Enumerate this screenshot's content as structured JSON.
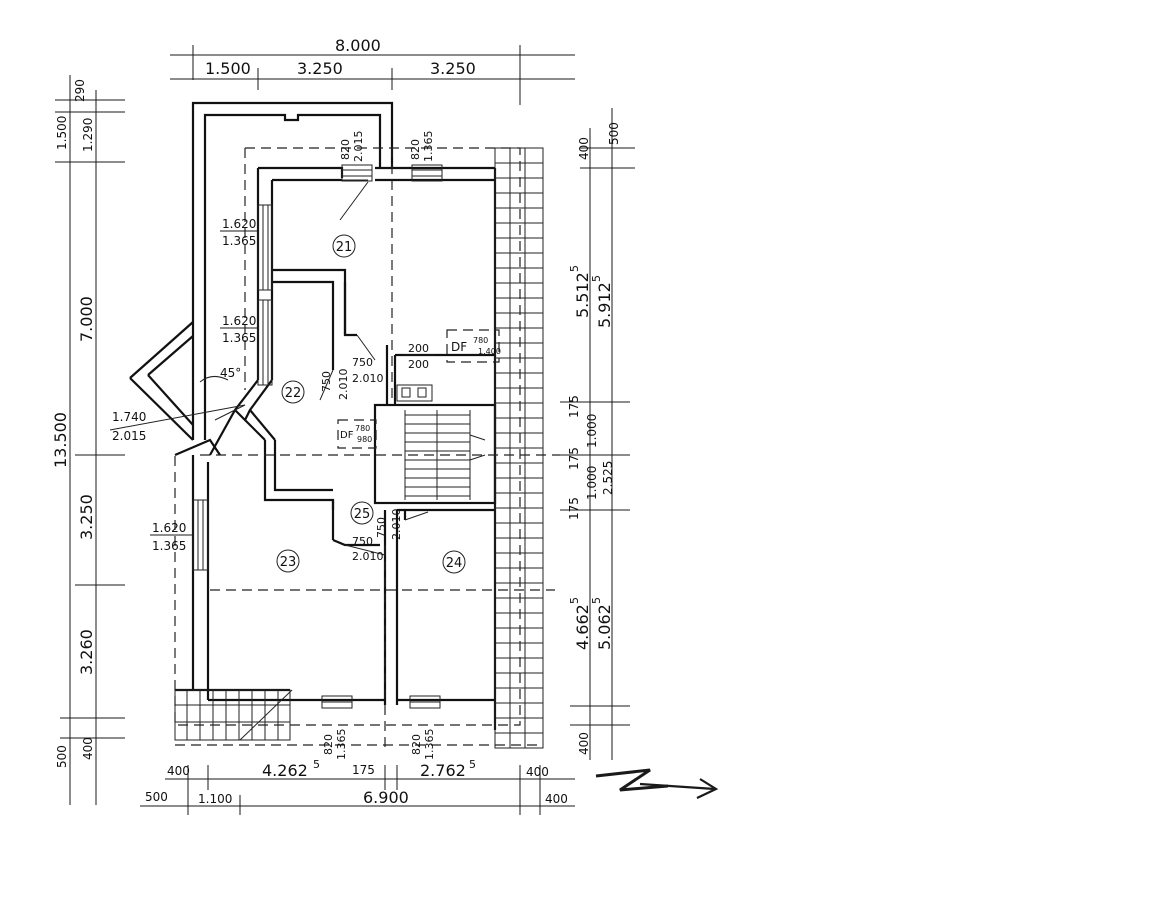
{
  "dimensions": {
    "top_total": "8.000",
    "top_left": "1.500",
    "top_mid": "3.250",
    "top_right": "3.250",
    "left_total": "13.500",
    "left_a": "1.500",
    "left_b": "290",
    "left_c": "1.290",
    "left_7000": "7.000",
    "left_3250a": "3.250",
    "left_3260": "3.260",
    "left_500": "500",
    "left_400": "400",
    "right_400_top": "400",
    "right_500_top": "500",
    "right_5512": "5.512",
    "right_5912": "5.912",
    "right_175a": "175",
    "right_1000a": "1.000",
    "right_175b": "175",
    "right_2525": "2.525",
    "right_1000b": "1.000",
    "right_175c": "175",
    "right_4662": "4.662",
    "right_5062": "5.062",
    "right_400_bot": "400",
    "bot_400_left": "400",
    "bot_4262": "4.262",
    "bot_175": "175",
    "bot_2762": "2.762",
    "bot_400_right": "400",
    "bot_500": "500",
    "bot_1100": "1.100",
    "bot_6900": "6.900",
    "bot_400_far": "400",
    "sup5": "5"
  },
  "openings": {
    "w1_a": "820",
    "w1_b": "2.015",
    "w2_a": "820",
    "w2_b": "1.365",
    "w3_a": "1.620",
    "w3_b": "1.365",
    "w4_a": "1.620",
    "w4_b": "1.365",
    "w5_a": "1.740",
    "w5_b": "2.015",
    "w6_a": "1.620",
    "w6_b": "1.365",
    "w7_a": "820",
    "w7_b": "1.365",
    "w8_a": "820",
    "w8_b": "1.365",
    "d1_a": "750",
    "d1_b": "2.010",
    "d2_a": "750",
    "d2_b": "2.010",
    "d3_a": "750",
    "d3_b": "2.010",
    "d4_a": "750",
    "d4_b": "2.010",
    "vent_a": "200",
    "vent_b": "200",
    "angle": "45°"
  },
  "skylights": {
    "label": "DF",
    "sky1_a": "780",
    "sky1_b": "1.400",
    "sky2_a": "780",
    "sky2_b": "980"
  },
  "rooms": {
    "r21": "21",
    "r22": "22",
    "r23": "23",
    "r24": "24",
    "r25": "25"
  },
  "north_arrow": "N"
}
